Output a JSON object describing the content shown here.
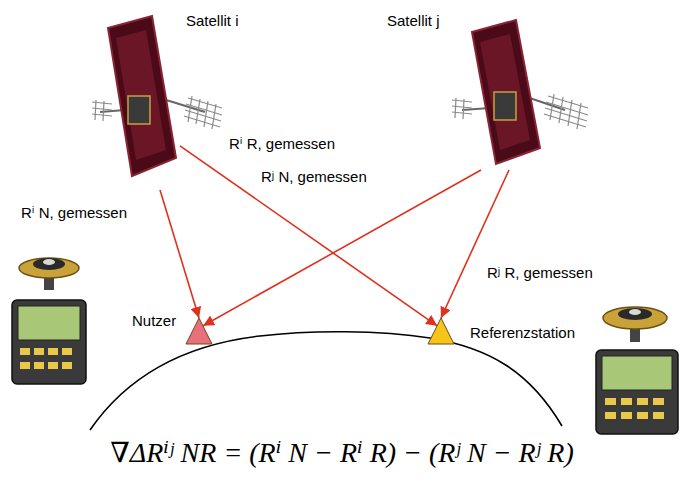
{
  "diagram": {
    "nodes": [
      {
        "text": [
          "Satellit i"
        ]
      },
      {
        "text": [
          "Satellit j"
        ]
      },
      {
        "text": [
          "Nutzer"
        ]
      },
      {
        "text": [
          "Referenzstation"
        ]
      }
    ],
    "edges": [
      {
        "from": 0,
        "to": 2,
        "arrow": "to",
        "label": "Rⁱ N, gemessen"
      },
      {
        "from": 0,
        "to": 3,
        "arrow": "to",
        "label": "Rⁱ R, gemessen"
      },
      {
        "from": 1,
        "to": 2,
        "arrow": "to",
        "label": "Rʲ N, gemessen"
      },
      {
        "from": 1,
        "to": 3,
        "arrow": "to",
        "label": "Rʲ R, gemessen"
      }
    ],
    "labels": [
      "∇ΔRⁱʲ NR = (Rⁱ N − Rⁱ R) − (Rʲ N − Rʲ R)"
    ]
  }
}
